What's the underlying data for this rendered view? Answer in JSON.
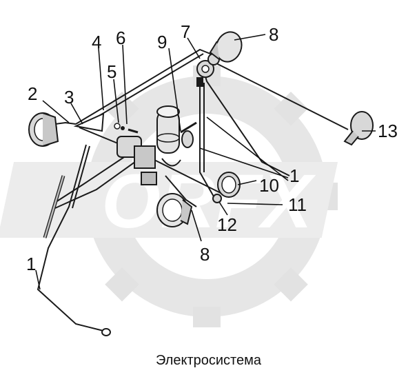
{
  "caption": "Электросистема",
  "watermark": "ORFX",
  "callouts": {
    "c1_left": "1",
    "c1_mid": "1",
    "c2": "2",
    "c3": "3",
    "c4": "4",
    "c5": "5",
    "c6": "6",
    "c7": "7",
    "c8_top": "8",
    "c8_bottom": "8",
    "c9": "9",
    "c10": "10",
    "c11": "11",
    "c12": "12",
    "c13": "13"
  },
  "colors": {
    "line": "#1a1a1a",
    "watermark": "#e2e2e2",
    "component_fill": "#d8d8d8"
  }
}
